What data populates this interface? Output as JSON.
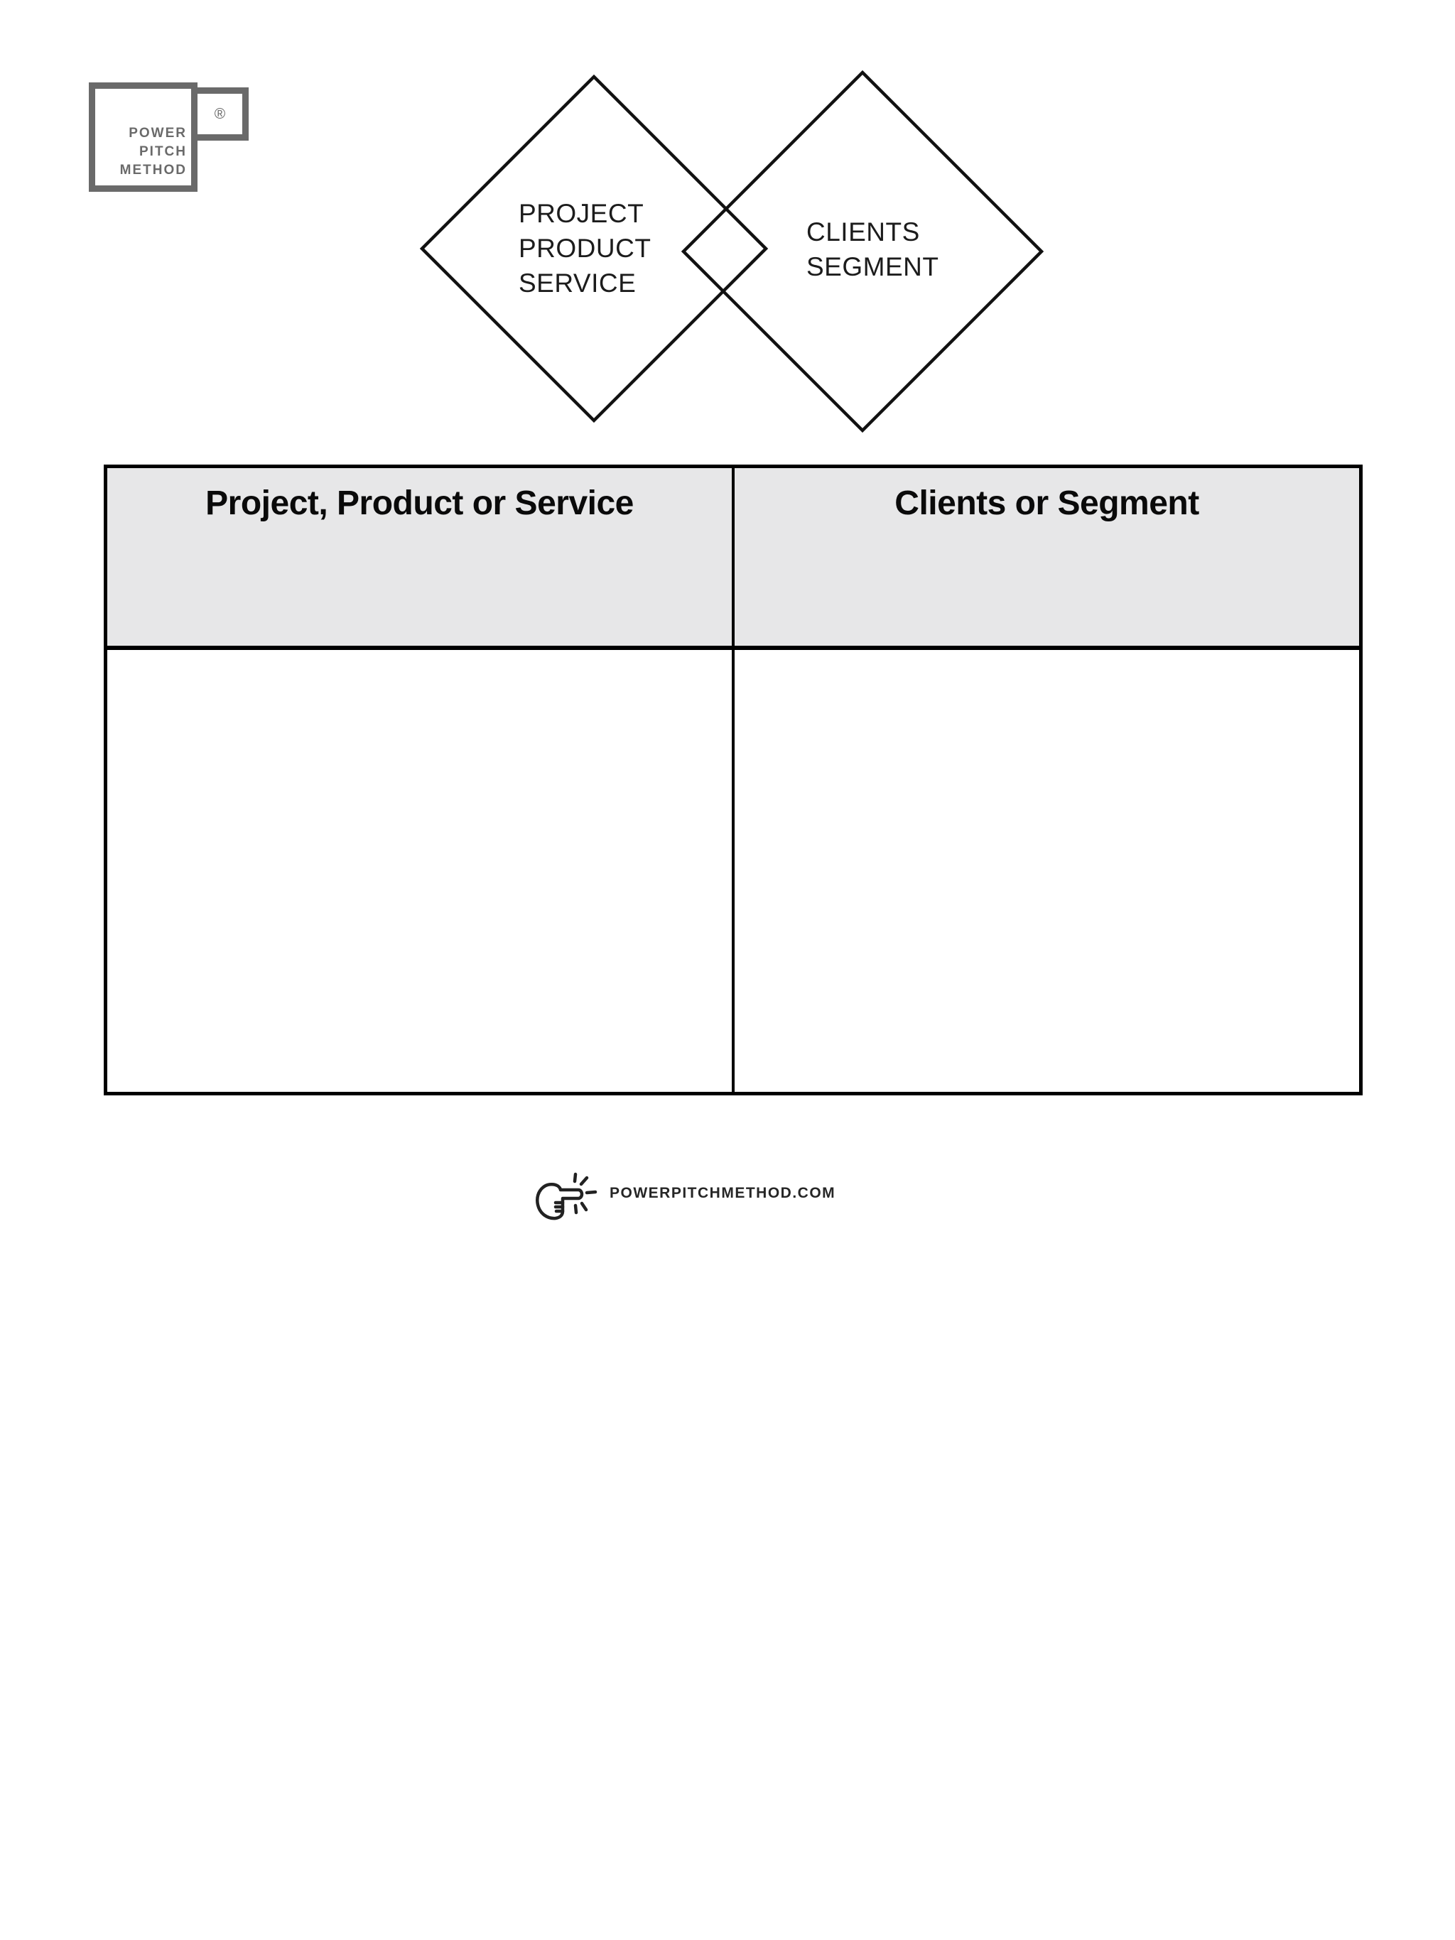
{
  "logo": {
    "lines": [
      "POWER",
      "PITCH",
      "METHOD"
    ],
    "registered_mark": "®",
    "color": "#6a6a6a"
  },
  "diagram": {
    "left_diamond": {
      "label": "PROJECT\nPRODUCT\nSERVICE"
    },
    "right_diamond": {
      "label": "CLIENTS\nSEGMENT"
    },
    "stroke_color": "#111111"
  },
  "table": {
    "headers": [
      "Project, Product or Service",
      "Clients or Segment"
    ],
    "rows": [
      [
        "",
        ""
      ]
    ],
    "header_bg": "#e7e7e8",
    "border_color": "#000000"
  },
  "footer": {
    "site": "POWERPITCHMETHOD.COM",
    "icon": "pointing-hand-icon",
    "text_color": "#262626"
  }
}
